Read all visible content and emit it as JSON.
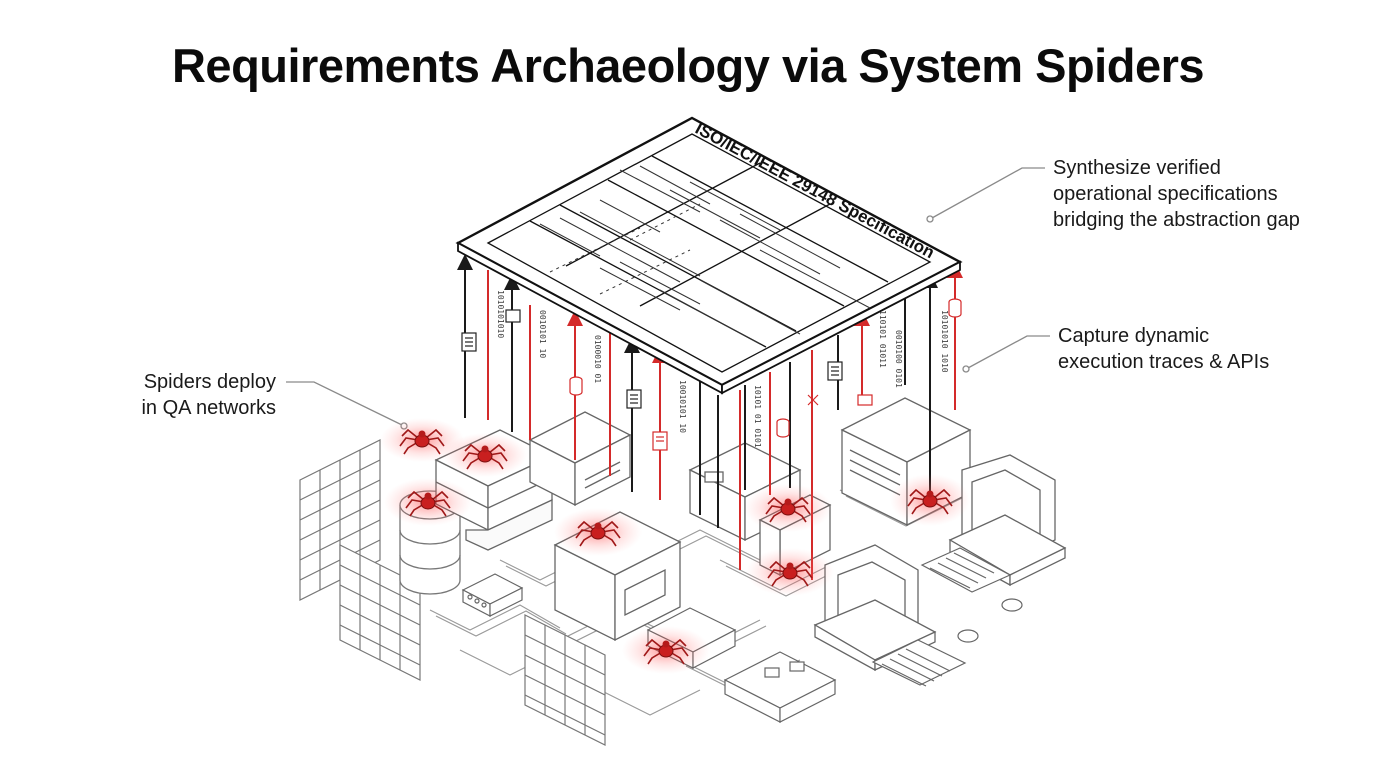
{
  "title": "Requirements Archaeology via System Spiders",
  "spec_document": {
    "label": "ISO/IEC/IEEE 29148 Specification"
  },
  "callouts": {
    "synthesize": {
      "lines": [
        "Synthesize verified",
        "operational specifications",
        "bridging the abstraction gap"
      ]
    },
    "capture": {
      "lines": [
        "Capture dynamic",
        "execution traces & APIs"
      ]
    },
    "spiders": {
      "lines": [
        "Spiders deploy",
        "in QA networks"
      ]
    }
  },
  "colors": {
    "accent_red": "#d42a2a",
    "line_dark": "#1a1a1a",
    "line_gray": "#8a8a8a"
  }
}
